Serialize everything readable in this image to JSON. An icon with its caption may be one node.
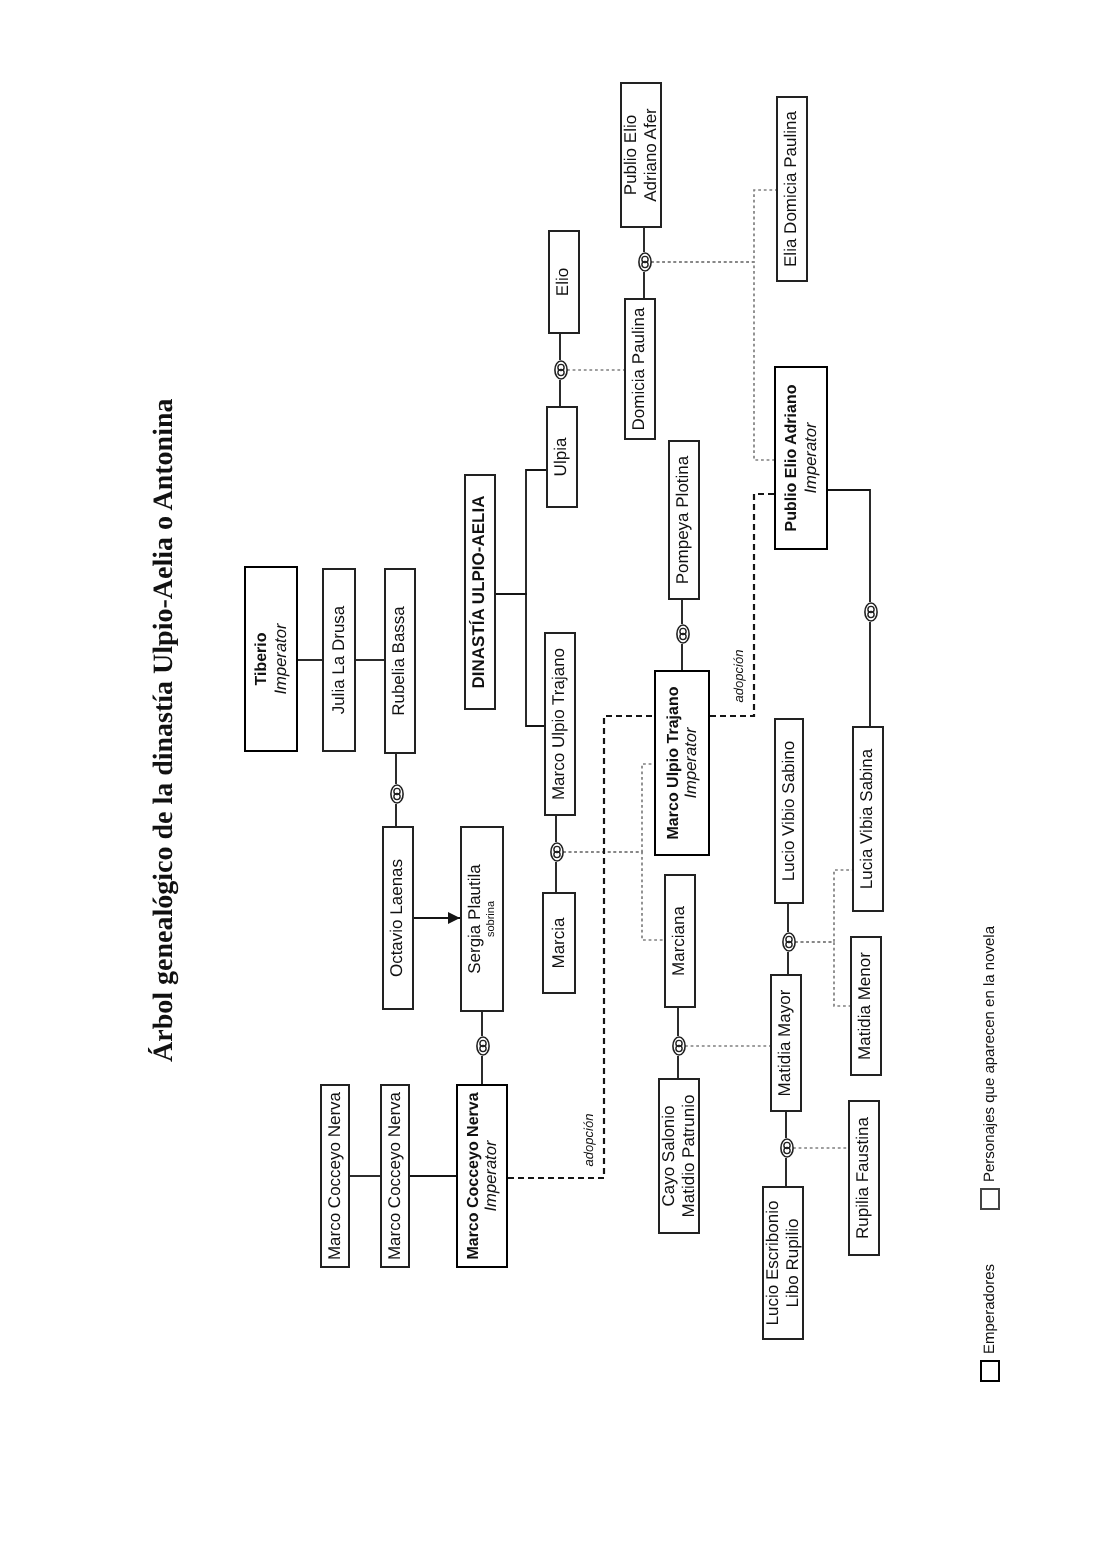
{
  "diagram": {
    "title": "Árbol genealógico de la dinastía Ulpio-Aelia o Antonina",
    "nodes": [
      {
        "text": [
          "Marco Cocceyo Nerva"
        ]
      },
      {
        "text": [
          "Marco Cocceyo Nerva"
        ]
      },
      {
        "text": [
          "Marco Cocceyo Nerva",
          "Imperator"
        ]
      },
      {
        "text": [
          "Tiberio",
          "Imperator"
        ]
      },
      {
        "text": [
          "Julia La Drusa"
        ]
      },
      {
        "text": [
          "Rubelia Bassa"
        ]
      },
      {
        "text": [],
        "shape": "circle"
      },
      {
        "text": [
          "Octavio Laenas"
        ]
      },
      {
        "text": [
          "Sergia Plautila",
          "sobrina"
        ]
      },
      {
        "text": [],
        "shape": "circle"
      },
      {
        "text": [
          "DINASTÍA ULPIO-AELIA"
        ]
      },
      {
        "text": [
          "Marco Ulpio Trajano"
        ]
      },
      {
        "text": [],
        "shape": "circle"
      },
      {
        "text": [
          "Marcia"
        ]
      },
      {
        "text": [
          "Ulpia"
        ]
      },
      {
        "text": [],
        "shape": "circle"
      },
      {
        "text": [
          "Elio"
        ]
      },
      {
        "text": [
          "Marco Ulpio Trajano",
          "Imperator"
        ]
      },
      {
        "text": [],
        "shape": "circle"
      },
      {
        "text": [
          "Pompeya Plotina"
        ]
      },
      {
        "text": [
          "Marciana"
        ]
      },
      {
        "text": [],
        "shape": "circle"
      },
      {
        "text": [
          "Cayo Salonio Matidio Patrunio"
        ]
      },
      {
        "text": [
          "Domicia Paulina"
        ]
      },
      {
        "text": [],
        "shape": "circle"
      },
      {
        "text": [
          "Publio Elio Adriano Afer"
        ]
      },
      {
        "text": [
          "Elia Domicia Paulina"
        ]
      },
      {
        "text": [
          "Publio Elio Adriano",
          "Imperator"
        ]
      },
      {
        "text": [],
        "shape": "circle"
      },
      {
        "text": [
          "Lucia Vibia Sabina"
        ]
      },
      {
        "text": [
          "Lucio Vibio Sabino"
        ]
      },
      {
        "text": [],
        "shape": "circle"
      },
      {
        "text": [
          "Matidia Mayor"
        ]
      },
      {
        "text": [
          "Matidia Menor"
        ]
      },
      {
        "text": [],
        "shape": "circle"
      },
      {
        "text": [
          "Lucio Escribonio Libo Rupilio"
        ]
      },
      {
        "text": [
          "Rupilia Faustina"
        ]
      }
    ],
    "edges": [
      {
        "from": 0,
        "to": 1,
        "arrow": "none"
      },
      {
        "from": 1,
        "to": 2,
        "arrow": "none"
      },
      {
        "from": 3,
        "to": 4,
        "arrow": "none"
      },
      {
        "from": 4,
        "to": 5,
        "arrow": "none"
      },
      {
        "from": 5,
        "to": 6,
        "arrow": "none"
      },
      {
        "from": 6,
        "to": 7,
        "arrow": "none"
      },
      {
        "from": 7,
        "to": 8,
        "arrow": "to"
      },
      {
        "from": 8,
        "to": 9,
        "arrow": "none"
      },
      {
        "from": 9,
        "to": 2,
        "arrow": "none"
      },
      {
        "from": 10,
        "to": 14,
        "arrow": "none"
      },
      {
        "from": 10,
        "to": 11,
        "arrow": "none"
      },
      {
        "from": 11,
        "to": 12,
        "arrow": "none"
      },
      {
        "from": 12,
        "to": 13,
        "arrow": "none"
      },
      {
        "from": 14,
        "to": 15,
        "arrow": "none"
      },
      {
        "from": 15,
        "to": 16,
        "arrow": "none"
      },
      {
        "from": 12,
        "to": 17,
        "arrow": "none",
        "style": "dashed",
        "color": "#808080"
      },
      {
        "from": 12,
        "to": 20,
        "arrow": "none",
        "style": "dashed",
        "color": "#808080"
      },
      {
        "from": 15,
        "to": 23,
        "arrow": "none",
        "style": "dashed",
        "color": "#808080"
      },
      {
        "from": 17,
        "to": 18,
        "arrow": "none"
      },
      {
        "from": 18,
        "to": 19,
        "arrow": "none"
      },
      {
        "from": 20,
        "to": 21,
        "arrow": "none"
      },
      {
        "from": 21,
        "to": 22,
        "arrow": "none"
      },
      {
        "from": 21,
        "to": 32,
        "arrow": "none",
        "style": "dashed",
        "color": "#808080"
      },
      {
        "from": 23,
        "to": 24,
        "arrow": "none"
      },
      {
        "from": 24,
        "to": 25,
        "arrow": "none"
      },
      {
        "from": 24,
        "to": 26,
        "arrow": "none",
        "style": "dashed",
        "color": "#808080"
      },
      {
        "from": 24,
        "to": 27,
        "arrow": "none",
        "style": "dashed",
        "color": "#808080"
      },
      {
        "from": 2,
        "to": 17,
        "arrow": "none",
        "label": "adopción",
        "style": "dashed"
      },
      {
        "from": 17,
        "to": 27,
        "arrow": "none",
        "label": "adopción",
        "style": "dashed"
      },
      {
        "from": 27,
        "to": 28,
        "arrow": "none"
      },
      {
        "from": 28,
        "to": 29,
        "arrow": "none"
      },
      {
        "from": 30,
        "to": 31,
        "arrow": "none"
      },
      {
        "from": 31,
        "to": 32,
        "arrow": "none"
      },
      {
        "from": 31,
        "to": 29,
        "arrow": "none",
        "style": "dashed",
        "color": "#808080"
      },
      {
        "from": 31,
        "to": 33,
        "arrow": "none",
        "style": "dashed",
        "color": "#808080"
      },
      {
        "from": 32,
        "to": 34,
        "arrow": "none"
      },
      {
        "from": 34,
        "to": 35,
        "arrow": "none"
      },
      {
        "from": 34,
        "to": 36,
        "arrow": "none",
        "style": "dashed",
        "color": "#808080"
      }
    ],
    "legend": [
      {
        "text": "Emperadores"
      },
      {
        "text": "Personajes que aparecen en la novela"
      }
    ]
  }
}
